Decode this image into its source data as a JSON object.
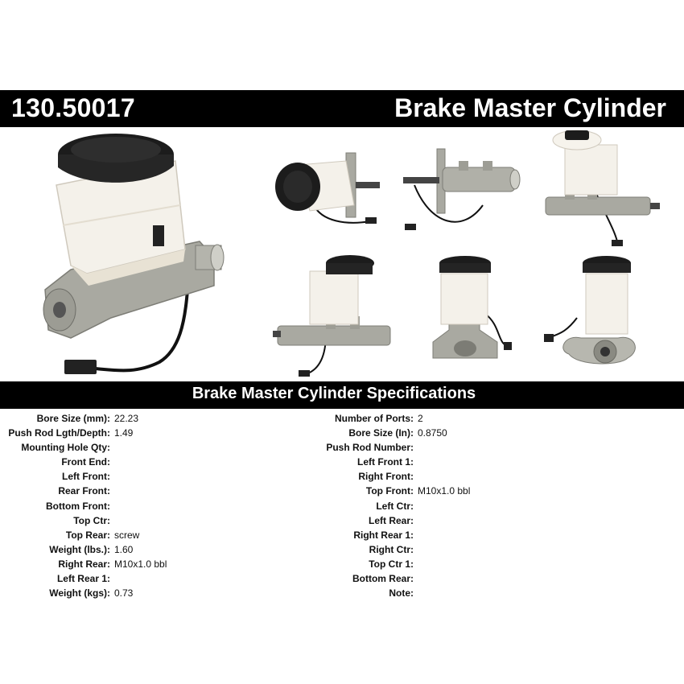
{
  "header": {
    "part_number": "130.50017",
    "title": "Brake Master Cylinder"
  },
  "specs": {
    "title": "Brake Master Cylinder Specifications",
    "left": [
      {
        "label": "Bore Size (mm):",
        "value": "22.23"
      },
      {
        "label": "Push Rod Lgth/Depth:",
        "value": "1.49"
      },
      {
        "label": "Mounting Hole Qty:",
        "value": ""
      },
      {
        "label": "Front End:",
        "value": ""
      },
      {
        "label": "Left Front:",
        "value": ""
      },
      {
        "label": "Rear Front:",
        "value": ""
      },
      {
        "label": "Bottom Front:",
        "value": ""
      },
      {
        "label": "Top Ctr:",
        "value": ""
      },
      {
        "label": "Top Rear:",
        "value": "screw"
      },
      {
        "label": "Weight (lbs.):",
        "value": "1.60"
      },
      {
        "label": "Right Rear:",
        "value": "M10x1.0 bbl"
      },
      {
        "label": "Left Rear 1:",
        "value": ""
      },
      {
        "label": "Weight (kgs):",
        "value": "0.73"
      }
    ],
    "right": [
      {
        "label": "Number of Ports:",
        "value": "2"
      },
      {
        "label": "Bore Size (In):",
        "value": "0.8750"
      },
      {
        "label": "Push Rod Number:",
        "value": ""
      },
      {
        "label": "Left Front 1:",
        "value": ""
      },
      {
        "label": "Right Front:",
        "value": ""
      },
      {
        "label": "Top Front:",
        "value": "M10x1.0 bbl"
      },
      {
        "label": "Left Ctr:",
        "value": ""
      },
      {
        "label": "Left Rear:",
        "value": ""
      },
      {
        "label": "Right Rear 1:",
        "value": ""
      },
      {
        "label": "Right Ctr:",
        "value": ""
      },
      {
        "label": "Top Ctr 1:",
        "value": ""
      },
      {
        "label": "Bottom Rear:",
        "value": ""
      },
      {
        "label": "Note:",
        "value": ""
      }
    ]
  },
  "colors": {
    "bar": "#000000",
    "bar_text": "#ffffff",
    "reservoir": "#f4f1ea",
    "cap": "#1c1c1c",
    "body_metal": "#a8a8a0",
    "wire": "#111111",
    "wire_accent": "#c0302a"
  }
}
